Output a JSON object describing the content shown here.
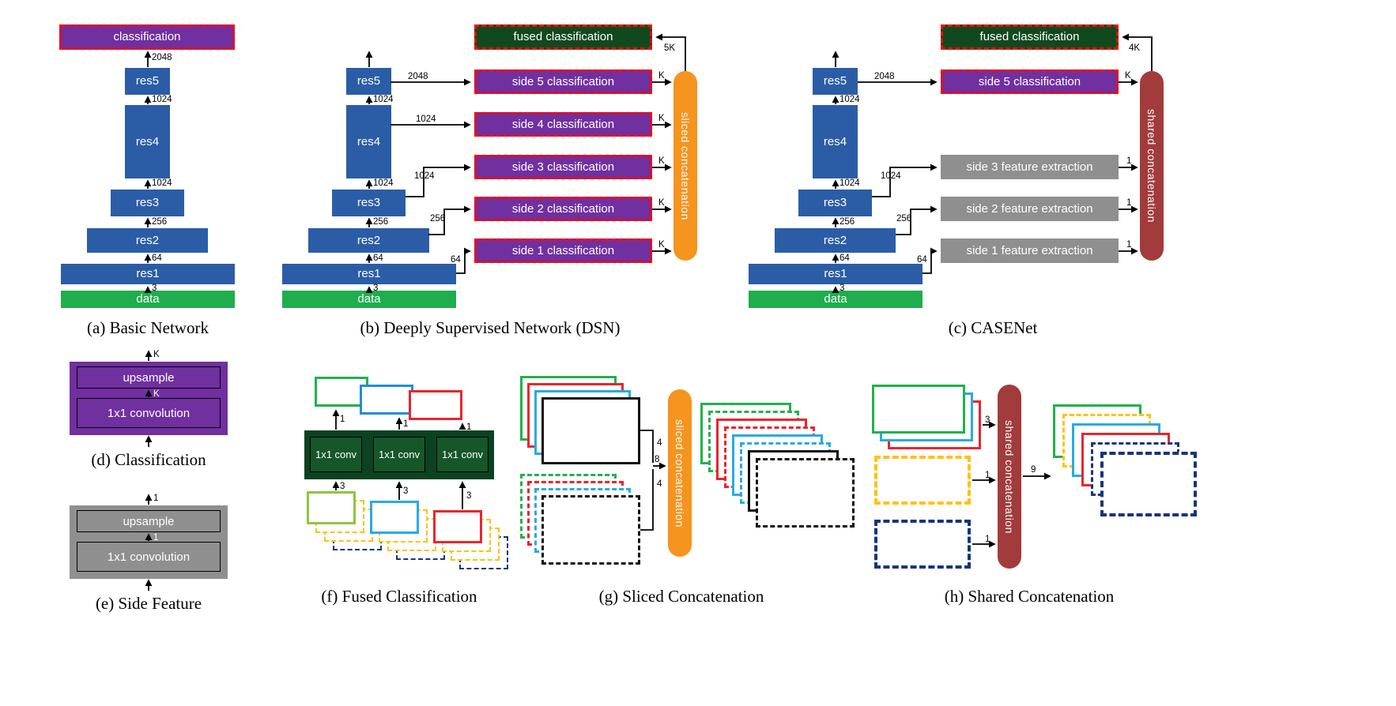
{
  "colors": {
    "res_blue": "#2b5da6",
    "data_green": "#1fad4e",
    "classification_purple": "#7030a0",
    "fused_dark_green": "#11491e",
    "sliced_orange": "#f5941f",
    "shared_maroon": "#a23b3b",
    "feature_gray": "#8f8f8f",
    "highlight_dashed_border": "#ff0000"
  },
  "stack": {
    "data": "data",
    "res1": "res1",
    "res2": "res2",
    "res3": "res3",
    "res4": "res4",
    "res5": "res5"
  },
  "channels": {
    "c3": "3",
    "c64": "64",
    "c256": "256",
    "c1024": "1024",
    "c2048": "2048"
  },
  "panel_a": {
    "caption": "(a) Basic Network",
    "classification": "classification"
  },
  "panel_b": {
    "caption": "(b) Deeply Supervised Network (DSN)",
    "fused": "fused classification",
    "side5": "side 5 classification",
    "side4": "side 4 classification",
    "side3": "side 3 classification",
    "side2": "side 2 classification",
    "side1": "side 1 classification",
    "bar": "sliced concatenation",
    "k": "K",
    "fused_in": "5K"
  },
  "panel_c": {
    "caption": "(c) CASENet",
    "fused": "fused classification",
    "side5": "side 5 classification",
    "feat3": "side 3 feature extraction",
    "feat2": "side 2 feature extraction",
    "feat1": "side 1 feature extraction",
    "bar": "shared concatenation",
    "k": "K",
    "one": "1",
    "fused_in": "4K"
  },
  "panel_d": {
    "caption": "(d) Classification",
    "upsample": "upsample",
    "conv": "1x1 convolution",
    "ch": "K"
  },
  "panel_e": {
    "caption": "(e) Side Feature",
    "upsample": "upsample",
    "conv": "1x1 convolution",
    "ch": "1"
  },
  "panel_f": {
    "caption": "(f) Fused Classification",
    "conv": "1x1 conv",
    "one": "1",
    "three": "3"
  },
  "panel_g": {
    "caption": "(g) Sliced Concatenation",
    "bar": "sliced concatenation",
    "four": "4",
    "eight": "8"
  },
  "panel_h": {
    "caption": "(h) Shared Concatenation",
    "bar": "shared concatenation",
    "three": "3",
    "one": "1",
    "nine": "9"
  }
}
